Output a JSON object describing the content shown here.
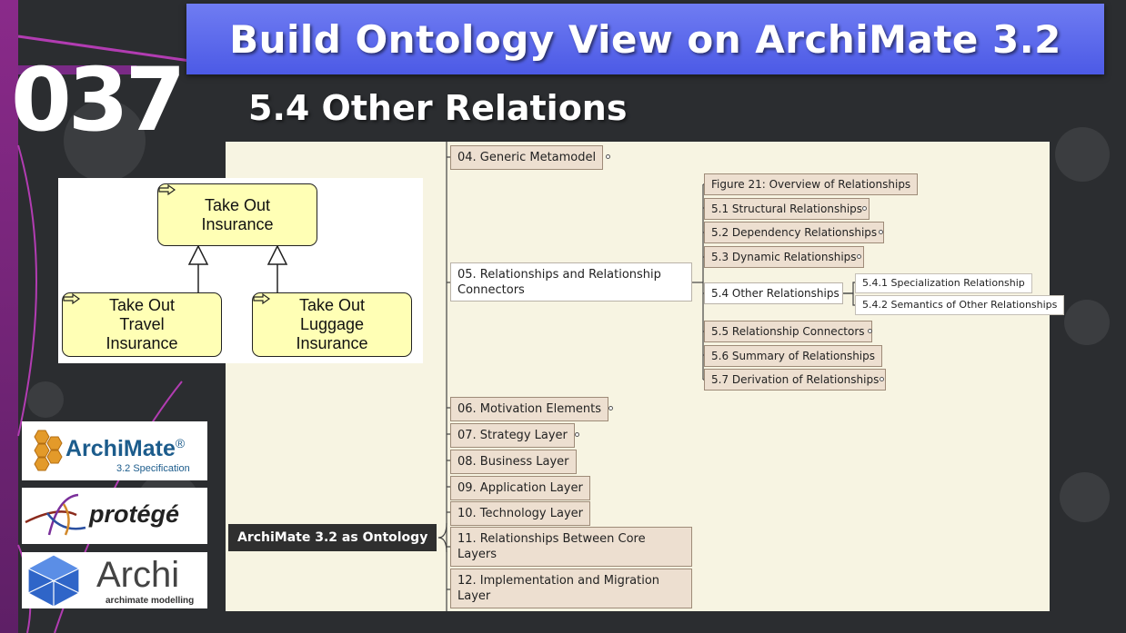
{
  "header": {
    "title": "Build Ontology View on ArchiMate 3.2",
    "lesson_number": "037",
    "subtitle": "5.4 Other Relations"
  },
  "colors": {
    "banner": "#5563ea",
    "background": "#2b2d30",
    "accent_purple": "#8a2a8a",
    "canvas": "#f7f4e2",
    "node_fill": "#eddfd0",
    "root_fill": "#2f2f2f",
    "element_fill": "#ffffb5"
  },
  "diagram": {
    "top": "Take Out\nInsurance",
    "left": "Take Out\nTravel\nInsurance",
    "right": "Take Out\nLuggage\nInsurance",
    "icon": "process-arrow-icon",
    "relation_icon": "specialization-arrow-icon"
  },
  "logos": {
    "archimate_name": "ArchiMate",
    "archimate_reg": "®",
    "archimate_sub": "3.2 Specification",
    "protege_name": "protégé",
    "archi_name": "Archi",
    "archi_sub": "archimate modelling"
  },
  "mindmap": {
    "root": "ArchiMate 3.2 as Ontology",
    "chapters": {
      "c04": "04. Generic Metamodel",
      "c05": "05. Relationships and Relationship Connectors",
      "c06": "06. Motivation Elements",
      "c07": "07. Strategy Layer",
      "c08": "08. Business Layer",
      "c09": "09. Application Layer",
      "c10": "10. Technology Layer",
      "c11": "11. Relationships Between Core Layers",
      "c12": "12. Implementation and Migration Layer"
    },
    "sections": {
      "fig21": "Figure 21: Overview of Relationships",
      "s51": "5.1 Structural Relationships",
      "s52": "5.2 Dependency Relationships",
      "s53": "5.3 Dynamic Relationships",
      "s54": "5.4 Other Relationships",
      "s55": "5.5 Relationship Connectors",
      "s56": "5.6 Summary of Relationships",
      "s57": "5.7 Derivation of Relationships"
    },
    "subsections": {
      "s541": "5.4.1 Specialization Relationship",
      "s542": "5.4.2 Semantics of Other Relationships"
    }
  }
}
